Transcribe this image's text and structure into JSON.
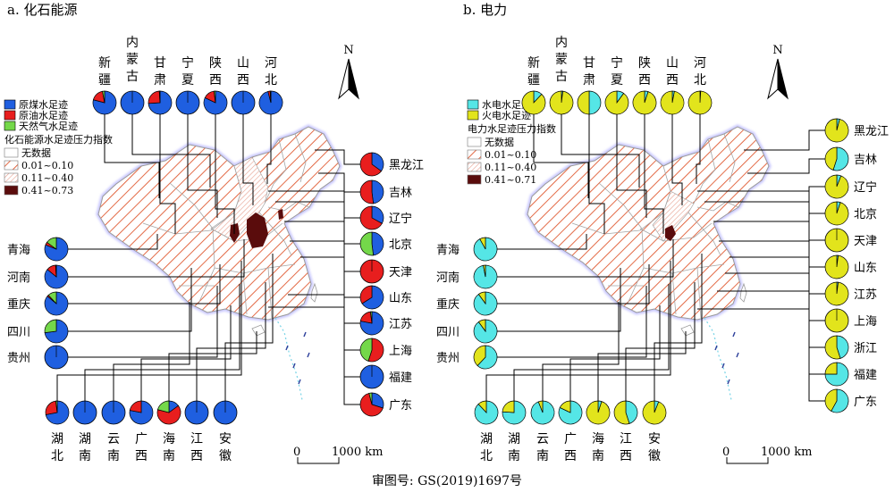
{
  "caption": "审图号: GS(2019)1697号",
  "north_label": "N",
  "scalebar": {
    "zero": "0",
    "label": "1000 km"
  },
  "colors": {
    "coal": "#1f5fe0",
    "oil": "#e81e1e",
    "gas": "#74d84a",
    "hydro": "#55e6e6",
    "thermal": "#e2e41c",
    "hatch": "#e05a32",
    "dark": "#5a0c0c",
    "coast": "#7fd6e8"
  },
  "panels": [
    {
      "id": "a",
      "title": "a. 化石能源",
      "legend": {
        "components": [
          {
            "label": "原煤水足迹",
            "color": "#1f5fe0"
          },
          {
            "label": "原油水足迹",
            "color": "#e81e1e"
          },
          {
            "label": "天然气水足迹",
            "color": "#74d84a"
          }
        ],
        "index_title": "化石能源水足迹压力指数",
        "classes": [
          {
            "label": "无数据",
            "style": "empty"
          },
          {
            "label": "0.01~0.10",
            "style": "sparse"
          },
          {
            "label": "0.11~0.40",
            "style": "dense"
          },
          {
            "label": "0.41~0.73",
            "style": "dark"
          }
        ]
      },
      "top": [
        {
          "name": "新疆",
          "c": [
            0.79,
            0.18,
            0.03
          ]
        },
        {
          "name": "内蒙古",
          "c": [
            1.0,
            0.0,
            0.0
          ]
        },
        {
          "name": "甘肃",
          "c": [
            0.74,
            0.25,
            0.01
          ]
        },
        {
          "name": "宁夏",
          "c": [
            1.0,
            0.0,
            0.0
          ]
        },
        {
          "name": "陕西",
          "c": [
            0.82,
            0.16,
            0.02
          ]
        },
        {
          "name": "山西",
          "c": [
            1.0,
            0.0,
            0.0
          ]
        },
        {
          "name": "河北",
          "c": [
            0.96,
            0.03,
            0.01
          ]
        }
      ],
      "left": [
        {
          "name": "青海",
          "c": [
            0.81,
            0.04,
            0.15
          ]
        },
        {
          "name": "河南",
          "c": [
            0.86,
            0.13,
            0.01
          ]
        },
        {
          "name": "重庆",
          "c": [
            0.86,
            0.02,
            0.12
          ]
        },
        {
          "name": "四川",
          "c": [
            0.73,
            0.0,
            0.27
          ]
        },
        {
          "name": "贵州",
          "c": [
            1.0,
            0.0,
            0.0
          ]
        }
      ],
      "right": [
        {
          "name": "黑龙江",
          "c": [
            0.35,
            0.65,
            0.0
          ]
        },
        {
          "name": "吉林",
          "c": [
            0.48,
            0.52,
            0.0
          ]
        },
        {
          "name": "辽宁",
          "c": [
            0.33,
            0.67,
            0.0
          ]
        },
        {
          "name": "北京",
          "c": [
            0.48,
            0.0,
            0.52
          ]
        },
        {
          "name": "天津",
          "c": [
            0.0,
            1.0,
            0.0
          ]
        },
        {
          "name": "山东",
          "c": [
            0.66,
            0.34,
            0.0
          ]
        },
        {
          "name": "江苏",
          "c": [
            0.78,
            0.2,
            0.02
          ]
        },
        {
          "name": "上海",
          "c": [
            0.0,
            0.55,
            0.45
          ]
        },
        {
          "name": "福建",
          "c": [
            1.0,
            0.0,
            0.0
          ]
        },
        {
          "name": "广东",
          "c": [
            0.3,
            0.66,
            0.04
          ]
        }
      ],
      "bottom": [
        {
          "name": "湖北",
          "c": [
            0.72,
            0.26,
            0.02
          ]
        },
        {
          "name": "湖南",
          "c": [
            1.0,
            0.0,
            0.0
          ]
        },
        {
          "name": "云南",
          "c": [
            1.0,
            0.0,
            0.0
          ]
        },
        {
          "name": "广西",
          "c": [
            0.78,
            0.22,
            0.0
          ]
        },
        {
          "name": "海南",
          "c": [
            0.15,
            0.64,
            0.21
          ]
        },
        {
          "name": "江西",
          "c": [
            1.0,
            0.0,
            0.0
          ]
        },
        {
          "name": "安徽",
          "c": [
            1.0,
            0.0,
            0.0
          ]
        }
      ]
    },
    {
      "id": "b",
      "title": "b. 电力",
      "legend": {
        "components": [
          {
            "label": "水电水足迹",
            "color": "#55e6e6"
          },
          {
            "label": "火电水足迹",
            "color": "#e2e41c"
          }
        ],
        "index_title": "电力水足迹压力指数",
        "classes": [
          {
            "label": "无数据",
            "style": "empty"
          },
          {
            "label": "0.01~0.10",
            "style": "sparse"
          },
          {
            "label": "0.11~0.40",
            "style": "dense"
          },
          {
            "label": "0.41~0.71",
            "style": "dark"
          }
        ]
      },
      "top": [
        {
          "name": "新疆",
          "c": [
            0.12,
            0.88
          ]
        },
        {
          "name": "内蒙古",
          "c": [
            0.02,
            0.98
          ]
        },
        {
          "name": "甘肃",
          "c": [
            0.5,
            0.5
          ]
        },
        {
          "name": "宁夏",
          "c": [
            0.1,
            0.9
          ]
        },
        {
          "name": "陕西",
          "c": [
            0.05,
            0.95
          ]
        },
        {
          "name": "山西",
          "c": [
            0.03,
            0.97
          ]
        },
        {
          "name": "河北",
          "c": [
            0.01,
            0.99
          ]
        }
      ],
      "left": [
        {
          "name": "青海",
          "c": [
            0.92,
            0.08
          ]
        },
        {
          "name": "河南",
          "c": [
            0.97,
            0.03
          ]
        },
        {
          "name": "重庆",
          "c": [
            0.9,
            0.1
          ]
        },
        {
          "name": "四川",
          "c": [
            0.9,
            0.1
          ]
        },
        {
          "name": "贵州",
          "c": [
            0.62,
            0.38
          ]
        }
      ],
      "right": [
        {
          "name": "黑龙江",
          "c": [
            0.04,
            0.96
          ]
        },
        {
          "name": "吉林",
          "c": [
            0.55,
            0.45
          ]
        },
        {
          "name": "辽宁",
          "c": [
            0.06,
            0.94
          ]
        },
        {
          "name": "北京",
          "c": [
            0.05,
            0.95
          ]
        },
        {
          "name": "天津",
          "c": [
            0.0,
            1.0
          ]
        },
        {
          "name": "山东",
          "c": [
            0.02,
            0.98
          ]
        },
        {
          "name": "江苏",
          "c": [
            0.02,
            0.98
          ]
        },
        {
          "name": "上海",
          "c": [
            0.0,
            1.0
          ]
        },
        {
          "name": "浙江",
          "c": [
            0.45,
            0.55
          ]
        },
        {
          "name": "福建",
          "c": [
            0.75,
            0.25
          ]
        },
        {
          "name": "广东",
          "c": [
            0.58,
            0.42
          ]
        }
      ],
      "bottom": [
        {
          "name": "湖北",
          "c": [
            0.88,
            0.12
          ]
        },
        {
          "name": "湖南",
          "c": [
            0.76,
            0.24
          ]
        },
        {
          "name": "云南",
          "c": [
            0.94,
            0.06
          ]
        },
        {
          "name": "广西",
          "c": [
            0.82,
            0.18
          ]
        },
        {
          "name": "海南",
          "c": [
            0.05,
            0.95
          ]
        },
        {
          "name": "江西",
          "c": [
            0.45,
            0.55
          ]
        },
        {
          "name": "安徽",
          "c": [
            0.06,
            0.94
          ]
        }
      ]
    }
  ]
}
